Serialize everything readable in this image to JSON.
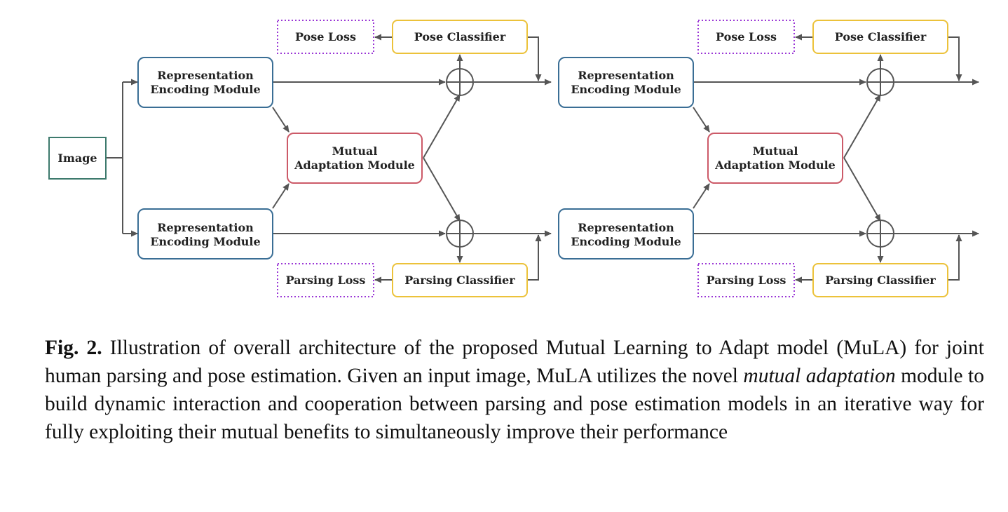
{
  "diagram": {
    "image_label": "Image",
    "rem_label_line1": "Representation",
    "rem_label_line2": "Encoding Module",
    "mam_label_line1": "Mutual",
    "mam_label_line2": "Adaptation Module",
    "pose_loss_label": "Pose Loss",
    "pose_classifier_label": "Pose Classifier",
    "parsing_loss_label": "Parsing Loss",
    "parsing_classifier_label": "Parsing Classifier",
    "colors": {
      "image_border": "#3d7a6d",
      "rem_border": "#3a6e95",
      "mam_border": "#cc5a68",
      "classifier_border": "#ecc23a",
      "loss_border": "#9b38d6",
      "line": "#555555"
    }
  },
  "caption": {
    "fig_label": "Fig. 2.",
    "text_before": " Illustration of overall architecture of the proposed Mutual Learning to Adapt model (MuLA) for joint human parsing and pose estimation. Given an input image, MuLA utilizes the novel ",
    "text_italic": "mutual adaptation",
    "text_after": " module to build dynamic interaction and cooperation between parsing and pose estimation models in an iterative way for fully exploiting their mutual benefits to simultaneously improve their performance"
  }
}
